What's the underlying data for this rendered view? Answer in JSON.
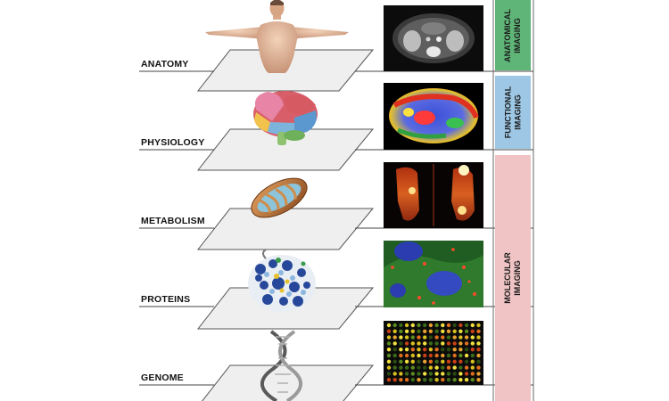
{
  "levels": [
    {
      "label": "ANATOMY",
      "object": "human-body",
      "image": "ct-scan-image"
    },
    {
      "label": "PHYSIOLOGY",
      "object": "brain",
      "image": "brain-activity-map"
    },
    {
      "label": "METABOLISM",
      "object": "mitochondrion",
      "image": "pet-ct-image"
    },
    {
      "label": "PROTEINS",
      "object": "protein-structure",
      "image": "fluorescence-cell-image"
    },
    {
      "label": "GENOME",
      "object": "dna-helix",
      "image": "gene-microarray-image"
    }
  ],
  "bands": [
    {
      "text": "ANATOMICAL\nIMAGING",
      "color": "#5fb477"
    },
    {
      "text": "FUNCTIONAL\nIMAGING",
      "color": "#9dc7e4"
    },
    {
      "text": "MOLECULAR\nIMAGING",
      "color": "#f0c4c4"
    }
  ]
}
